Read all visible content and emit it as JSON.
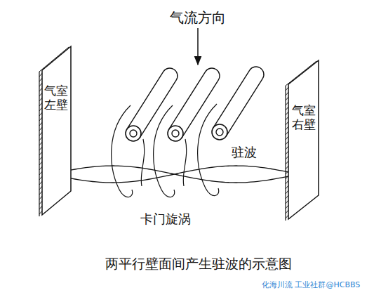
{
  "diagram": {
    "caption": "两平行壁面间产生驻波的示意图",
    "nodes": [
      {
        "text": [
          "气室左壁"
        ]
      },
      {
        "text": [
          "气室右壁"
        ]
      }
    ],
    "edges": [],
    "labels": [
      "气流方向",
      "驻波",
      "卡门旋涡",
      "化海川流 工业社群@HCBBS"
    ]
  }
}
